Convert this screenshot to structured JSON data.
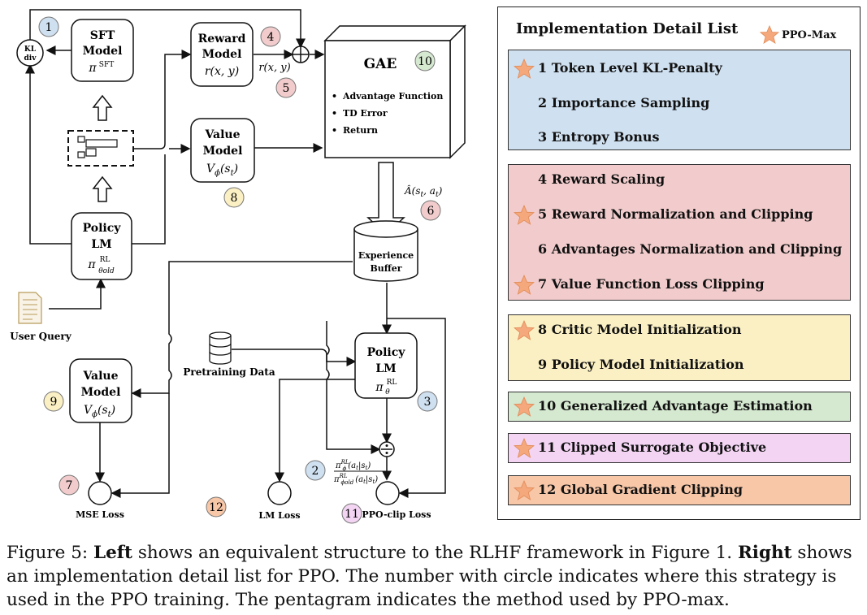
{
  "left": {
    "sft_model": {
      "line1": "SFT",
      "line2": "Model",
      "formula": "π",
      "sup": "SFT"
    },
    "reward_model": {
      "line1": "Reward",
      "line2": "Model",
      "formula": "r(x, y)"
    },
    "value_model_top": {
      "line1": "Value",
      "line2": "Model",
      "formula_main": "V",
      "formula_sub": "ϕ",
      "formula_tail": "(s",
      "formula_tsub": "t",
      "formula_end": ")"
    },
    "value_model_bottom": {
      "line1": "Value",
      "line2": "Model",
      "formula_main": "V",
      "formula_sub": "ϕ",
      "formula_tail": "(s",
      "formula_tsub": "t",
      "formula_end": ")"
    },
    "policy_old": {
      "line1": "Policy",
      "line2": "LM",
      "formula": "π",
      "sup": "RL",
      "sub": "θold"
    },
    "policy_new": {
      "line1": "Policy",
      "line2": "LM",
      "formula": "π",
      "sup": "RL",
      "sub": "θ"
    },
    "kl_div": {
      "line1": "KL",
      "line2": "div"
    },
    "gae": {
      "title": "GAE",
      "bullets": [
        "Advantage Function",
        "TD Error",
        "Return"
      ]
    },
    "reward_label": "r(x, y)",
    "advantage_label": "Â(s",
    "advantage_label_sub": "t",
    "advantage_label_mid": ", a",
    "advantage_label_end": ")",
    "experience_buffer": {
      "line1": "Experience",
      "line2": "Buffer"
    },
    "user_query": "User Query",
    "pretraining_data": "Pretraining Data",
    "ratio": {
      "num": "π",
      "num_sup": "RL",
      "num_sub": "ϕ",
      "num_arg": "(a",
      "num_arg_sub": "t",
      "num_arg_mid": "|s",
      "num_arg_sub2": "t",
      "num_arg_end": ")",
      "den": "π",
      "den_sup": "RL",
      "den_sub": "ϕold",
      "den_arg": "(a",
      "den_arg_sub": "t",
      "den_arg_mid": "|s",
      "den_arg_sub2": "t",
      "den_arg_end": ")"
    },
    "losses": {
      "mse": "MSE Loss",
      "lm": "LM Loss",
      "ppo": "PPO-clip Loss"
    },
    "markers": [
      {
        "n": "1",
        "color": "#cfe0f0"
      },
      {
        "n": "2",
        "color": "#cfe0f0"
      },
      {
        "n": "3",
        "color": "#cfe0f0"
      },
      {
        "n": "4",
        "color": "#f2cccc"
      },
      {
        "n": "5",
        "color": "#f2cccc"
      },
      {
        "n": "6",
        "color": "#f2cccc"
      },
      {
        "n": "7",
        "color": "#f2cccc"
      },
      {
        "n": "8",
        "color": "#fbf0c4"
      },
      {
        "n": "9",
        "color": "#fbf0c4"
      },
      {
        "n": "10",
        "color": "#d5e8d0"
      },
      {
        "n": "11",
        "color": "#f3d5f3"
      },
      {
        "n": "12",
        "color": "#f7c7a8"
      }
    ]
  },
  "right": {
    "title": "Implementation Detail List",
    "legend": "PPO-Max",
    "star_color": "#f4a87c",
    "groups": [
      {
        "color": "#cfe0f0",
        "items": [
          {
            "text": "1 Token Level KL-Penalty",
            "star": true
          },
          {
            "text": "2 Importance Sampling",
            "star": false
          },
          {
            "text": "3 Entropy Bonus",
            "star": false
          }
        ]
      },
      {
        "color": "#f2cccc",
        "items": [
          {
            "text": "4 Reward Scaling",
            "star": false
          },
          {
            "text": "5 Reward Normalization and Clipping",
            "star": true
          },
          {
            "text": "6 Advantages Normalization and Clipping",
            "star": false
          },
          {
            "text": "7 Value Function Loss Clipping",
            "star": true
          }
        ]
      },
      {
        "color": "#fbf0c4",
        "items": [
          {
            "text": "8 Critic Model Initialization",
            "star": true
          },
          {
            "text": "9 Policy Model Initialization",
            "star": false
          }
        ]
      },
      {
        "color": "#d5e8d0",
        "items": [
          {
            "text": "10 Generalized Advantage Estimation",
            "star": true
          }
        ]
      },
      {
        "color": "#f3d5f3",
        "items": [
          {
            "text": "11 Clipped Surrogate Objective",
            "star": true
          }
        ]
      },
      {
        "color": "#f7c7a8",
        "items": [
          {
            "text": "12 Global Gradient Clipping",
            "star": true
          }
        ]
      }
    ]
  },
  "caption": {
    "label": "Figure 5:",
    "left_word": "Left",
    "part1": "shows an equivalent structure to the RLHF framework in Figure 1.",
    "right_word": "Right",
    "part2": "shows an implementation detail list for PPO. The number with circle indicates where this strategy is used in the PPO training. The pentagram indicates the method used by PPO-max."
  }
}
